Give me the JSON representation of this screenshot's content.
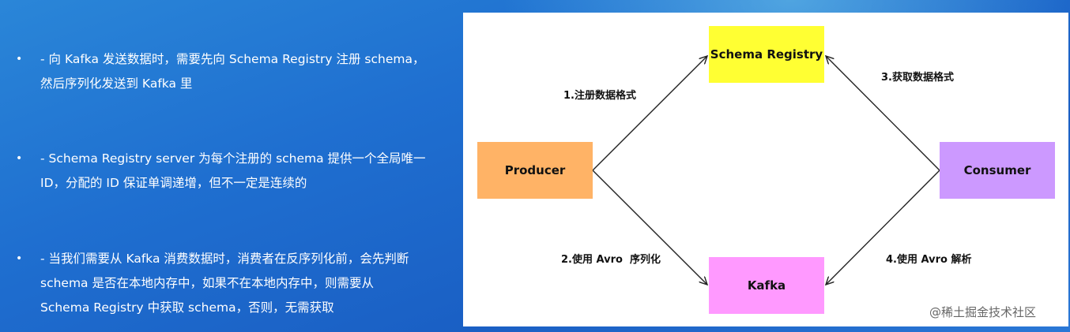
{
  "bullets": [
    {
      "marker": "•",
      "lines": [
        "- 向 Kafka 发送数据时，需要先向 Schema Registry 注册 schema，",
        "然后序列化发送到 Kafka 里"
      ]
    },
    {
      "marker": "•",
      "lines": [
        "- Schema Registry server 为每个注册的 schema 提供一个全局唯一",
        "ID，分配的 ID 保证单调递增，但不一定是连续的"
      ]
    },
    {
      "marker": "•",
      "lines": [
        "- 当我们需要从 Kafka 消费数据时，消费者在反序列化前，会先判断",
        "schema 是否在本地内存中，如果不在本地内存中，则需要从",
        "Schema Registry 中获取 schema，否则，无需获取"
      ]
    }
  ],
  "diagram": {
    "nodes": {
      "schema_registry": {
        "label": "Schema Registry",
        "color": "#ffff33"
      },
      "producer": {
        "label": "Producer",
        "color": "#ffb366"
      },
      "consumer": {
        "label": "Consumer",
        "color": "#cc99ff"
      },
      "kafka": {
        "label": "Kafka",
        "color": "#ff99ff"
      }
    },
    "edges": [
      {
        "from": "producer",
        "to": "schema_registry",
        "label": "1.注册数据格式"
      },
      {
        "from": "producer",
        "to": "kafka",
        "label": "2.使用 Avro  序列化"
      },
      {
        "from": "consumer",
        "to": "schema_registry",
        "label": "3.获取数据格式"
      },
      {
        "from": "consumer",
        "to": "kafka",
        "label": "4.使用 Avro 解析"
      }
    ]
  },
  "footer": {
    "text": "@稀土掘金技术社区"
  }
}
